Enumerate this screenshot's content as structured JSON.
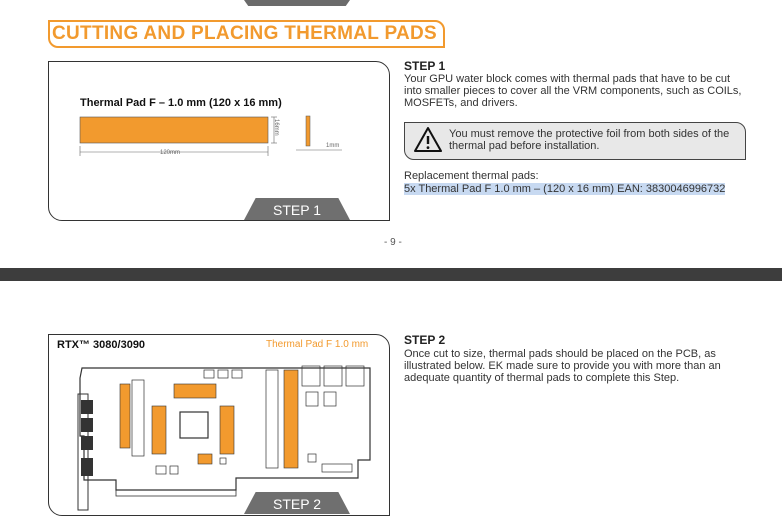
{
  "section": {
    "title": "CUTTING AND PLACING THERMAL PADS"
  },
  "step1": {
    "panel_title": "Thermal Pad F – 1.0 mm (120 x 16 mm)",
    "dim_width": "120mm",
    "dim_height": "16mm",
    "dim_thickness": "1mm",
    "tab_label": "STEP 1",
    "heading": "STEP 1",
    "body": "Your GPU water block comes with thermal pads that have to be cut into smaller pieces to cover all the VRM components, such as COILs, MOSFETs, and drivers.",
    "warning": "You must remove the protective foil from both sides of the thermal pad before installation.",
    "replacement_label": "Replacement thermal pads:",
    "replacement_item": "5x Thermal Pad F 1.0 mm – (120 x 16 mm) EAN: 3830046996732"
  },
  "page_number": "- 9 -",
  "step2": {
    "panel_title": "RTX™ 3080/3090",
    "pad_label": "Thermal Pad F 1.0 mm",
    "tab_label": "STEP 2",
    "heading": "STEP 2",
    "body": "Once cut to size, thermal pads should be placed on the PCB, as illustrated below. EK made sure to provide you with more than an adequate quantity of thermal pads to complete this Step."
  },
  "colors": {
    "accent": "#f29a2e",
    "tab": "#6f6f6f",
    "divider": "#3d3d3d",
    "highlight": "#c7d9f1"
  }
}
